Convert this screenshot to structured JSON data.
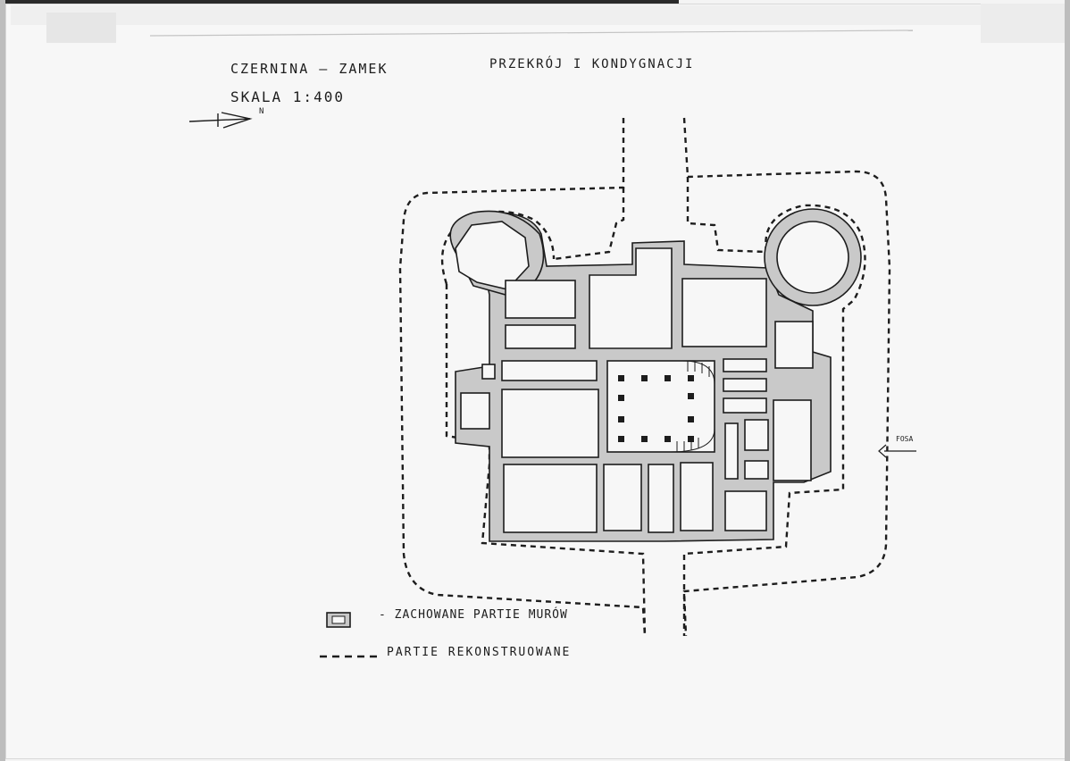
{
  "document": {
    "title_left": "CZERNINA – ZAMEK",
    "scale": "SKALA 1:400",
    "title_right": "PRZEKRÓJ I KONDYGNACJI",
    "north_label": "N",
    "moat_label": "FOSA"
  },
  "legend": {
    "preserved": "- ZACHOWANE PARTIE MURÓW",
    "reconstructed": "PARTIE REKONSTRUOWANE"
  },
  "colors": {
    "ink": "#1d1d1d",
    "wall_hatch": "#c9c9c9",
    "paper": "#f7f7f7"
  }
}
